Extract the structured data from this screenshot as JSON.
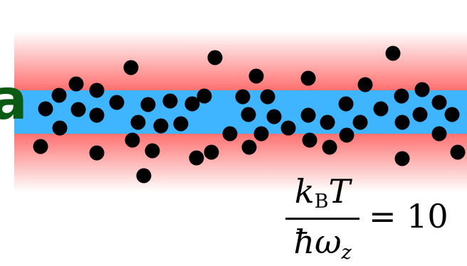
{
  "colors": {
    "core_band": "#3fb5ff",
    "halo_band": "#ff5a5a",
    "particle": "#000000",
    "edge_glyph": "#0b5a14"
  },
  "edge_glyph": "a",
  "equation": {
    "numerator_symbol": "k",
    "numerator_subscript": "B",
    "numerator_variable": "T",
    "denominator_symbol": "ħω",
    "denominator_subscript": "z",
    "relation": "= 10"
  }
}
